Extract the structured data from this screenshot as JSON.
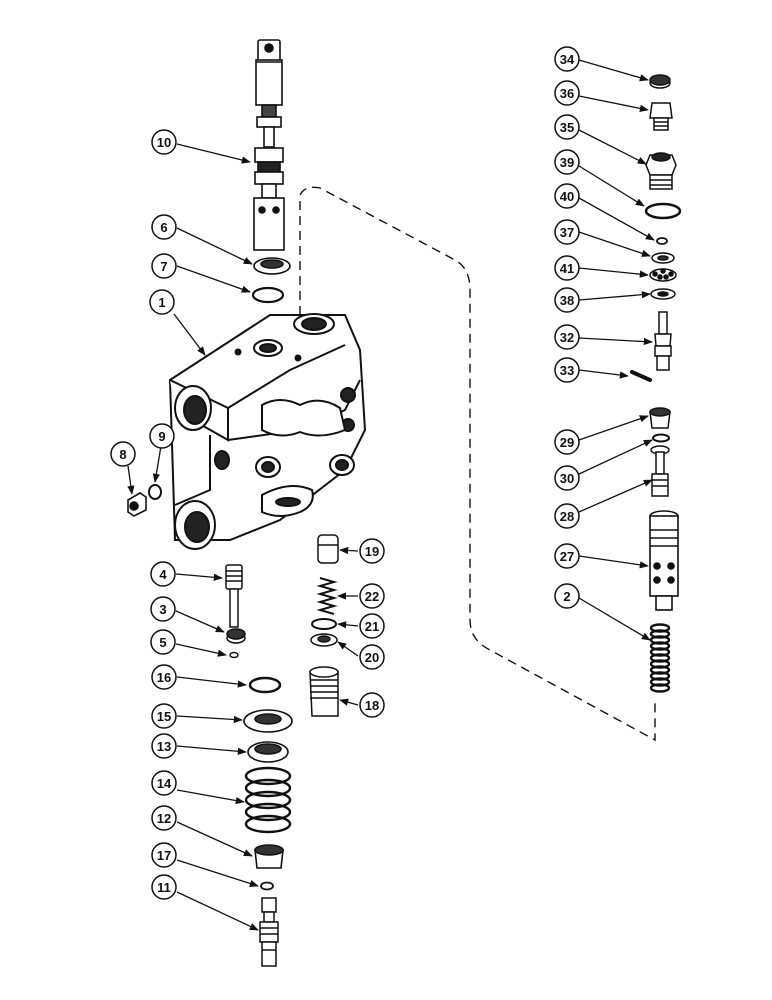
{
  "diagram": {
    "ink": "#111111",
    "paper": "#ffffff",
    "callouts": [
      {
        "id": "c34",
        "label": "34"
      },
      {
        "id": "c36",
        "label": "36"
      },
      {
        "id": "c35",
        "label": "35"
      },
      {
        "id": "c39",
        "label": "39"
      },
      {
        "id": "c40",
        "label": "40"
      },
      {
        "id": "c37",
        "label": "37"
      },
      {
        "id": "c41",
        "label": "41"
      },
      {
        "id": "c38",
        "label": "38"
      },
      {
        "id": "c32",
        "label": "32"
      },
      {
        "id": "c33",
        "label": "33"
      },
      {
        "id": "c29",
        "label": "29"
      },
      {
        "id": "c30",
        "label": "30"
      },
      {
        "id": "c28",
        "label": "28"
      },
      {
        "id": "c27",
        "label": "27"
      },
      {
        "id": "c2",
        "label": "2"
      },
      {
        "id": "c10",
        "label": "10"
      },
      {
        "id": "c6",
        "label": "6"
      },
      {
        "id": "c7",
        "label": "7"
      },
      {
        "id": "c1",
        "label": "1"
      },
      {
        "id": "c9",
        "label": "9"
      },
      {
        "id": "c8",
        "label": "8"
      },
      {
        "id": "c4",
        "label": "4"
      },
      {
        "id": "c3",
        "label": "3"
      },
      {
        "id": "c5",
        "label": "5"
      },
      {
        "id": "c19",
        "label": "19"
      },
      {
        "id": "c22",
        "label": "22"
      },
      {
        "id": "c21",
        "label": "21"
      },
      {
        "id": "c20",
        "label": "20"
      },
      {
        "id": "c16",
        "label": "16"
      },
      {
        "id": "c18",
        "label": "18"
      },
      {
        "id": "c15",
        "label": "15"
      },
      {
        "id": "c13",
        "label": "13"
      },
      {
        "id": "c14",
        "label": "14"
      },
      {
        "id": "c12",
        "label": "12"
      },
      {
        "id": "c17",
        "label": "17"
      },
      {
        "id": "c11",
        "label": "11"
      }
    ]
  }
}
